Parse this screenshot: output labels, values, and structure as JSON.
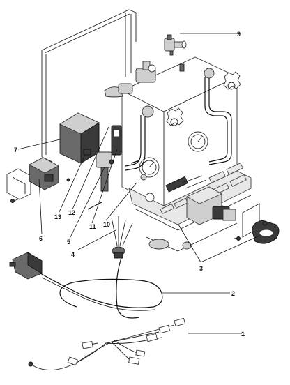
{
  "callouts": [
    {
      "id": "c1",
      "text": "1"
    },
    {
      "id": "c2",
      "text": "2"
    },
    {
      "id": "c3",
      "text": "3"
    },
    {
      "id": "c4",
      "text": "4"
    },
    {
      "id": "c5",
      "text": "5"
    },
    {
      "id": "c6",
      "text": "6"
    },
    {
      "id": "c7",
      "text": "7"
    },
    {
      "id": "c9",
      "text": "9"
    },
    {
      "id": "c10",
      "text": "10"
    },
    {
      "id": "c11",
      "text": "11"
    },
    {
      "id": "c12",
      "text": "12"
    },
    {
      "id": "c13",
      "text": "13"
    }
  ]
}
